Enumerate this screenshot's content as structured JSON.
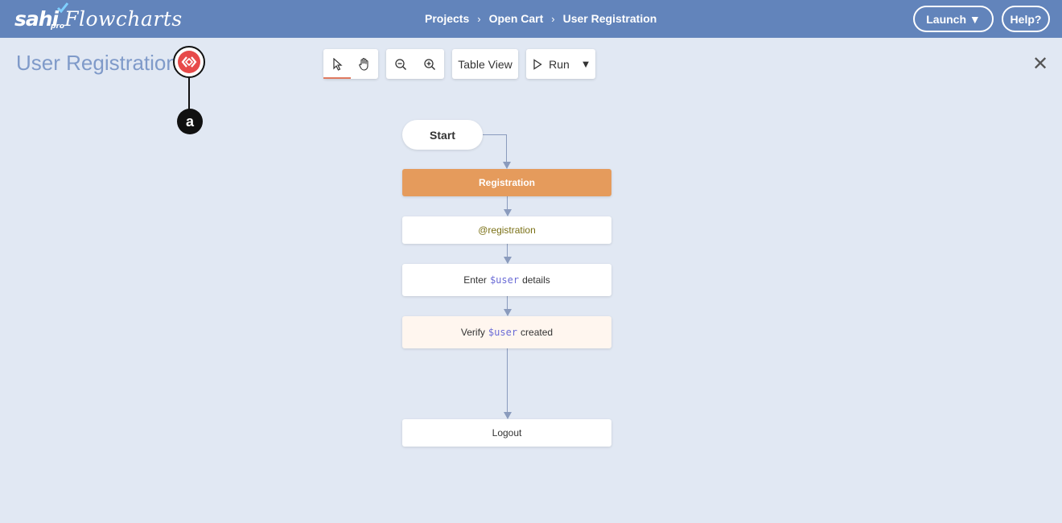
{
  "header": {
    "logo_brand": "sahi",
    "logo_sub": "pro",
    "logo_product": "Flowcharts",
    "breadcrumb": [
      "Projects",
      "Open Cart",
      "User Registration"
    ],
    "breadcrumb_separator": "›",
    "launch_label": "Launch ▼",
    "help_label": "Help?"
  },
  "page": {
    "title": "User Registration",
    "callout_label": "a",
    "close_glyph": "✕"
  },
  "toolbar": {
    "table_view_label": "Table View",
    "run_label": "Run",
    "run_dropdown_glyph": "▼",
    "active_tool": "pointer"
  },
  "flowchart": {
    "start": "Start",
    "section": "Registration",
    "tag": "@registration",
    "steps": [
      {
        "prefix": "Enter",
        "variable": "$user",
        "suffix": "details"
      },
      {
        "prefix": "Verify",
        "variable": "$user",
        "suffix": "created"
      }
    ],
    "logout": "Logout"
  },
  "colors": {
    "topbar": "#6284bb",
    "background": "#e1e8f3",
    "section_node": "#e59b5c",
    "badge": "#e74a4a",
    "variable": "#6a6bd6",
    "tag_text": "#7a7015"
  },
  "icons": [
    "pointer-icon",
    "hand-icon",
    "zoom-out-icon",
    "zoom-in-icon",
    "play-icon",
    "close-icon",
    "sahi-badge-icon"
  ]
}
